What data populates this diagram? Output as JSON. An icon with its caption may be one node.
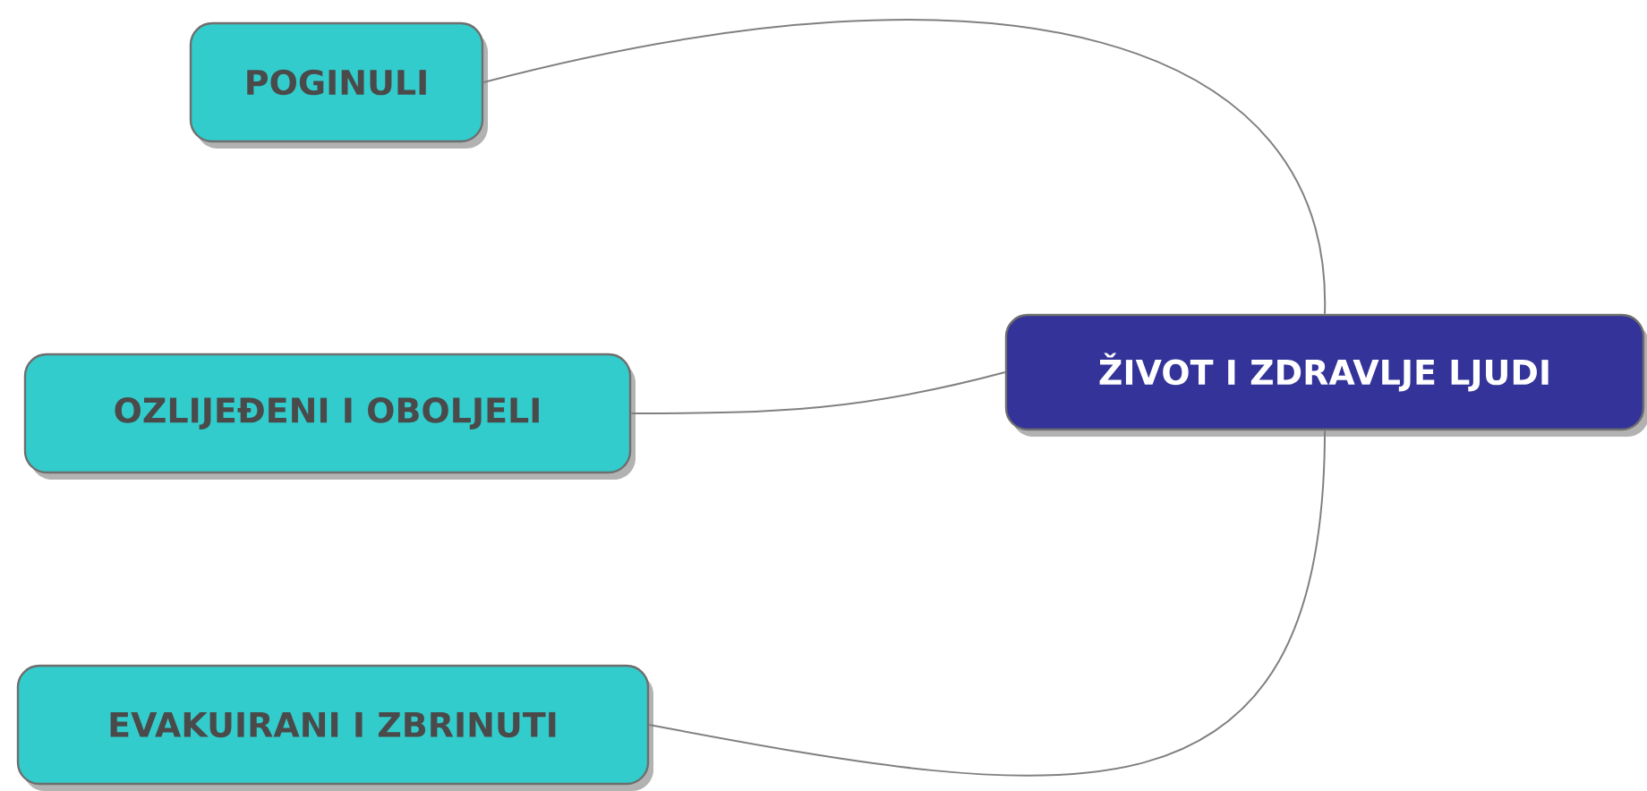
{
  "diagram": {
    "nodes": [
      {
        "text": [
          "ŽIVOT I ZDRAVLJE LJUDI"
        ]
      },
      {
        "text": [
          "POGINULI"
        ]
      },
      {
        "text": [
          "OZLIJEĐENI I OBOLJELI"
        ]
      },
      {
        "text": [
          "EVAKUIRANI I ZBRINUTI"
        ]
      }
    ],
    "edges": [
      {
        "from": 0,
        "to": 1,
        "arrow": "none"
      },
      {
        "from": 0,
        "to": 2,
        "arrow": "none"
      },
      {
        "from": 0,
        "to": 3,
        "arrow": "none"
      }
    ]
  }
}
